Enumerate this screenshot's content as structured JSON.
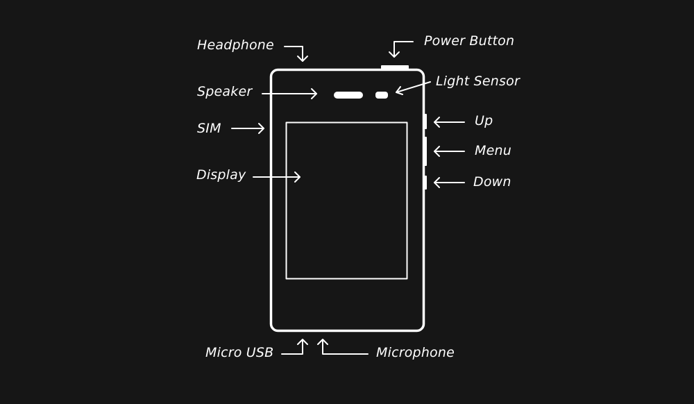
{
  "colors": {
    "background": "#161616",
    "foreground": "#ffffff"
  },
  "labels": {
    "headphone": "Headphone",
    "power_button": "Power Button",
    "speaker": "Speaker",
    "light_sensor": "Light Sensor",
    "sim": "SIM",
    "up": "Up",
    "menu": "Menu",
    "display": "Display",
    "down": "Down",
    "micro_usb": "Micro USB",
    "microphone": "Microphone"
  }
}
